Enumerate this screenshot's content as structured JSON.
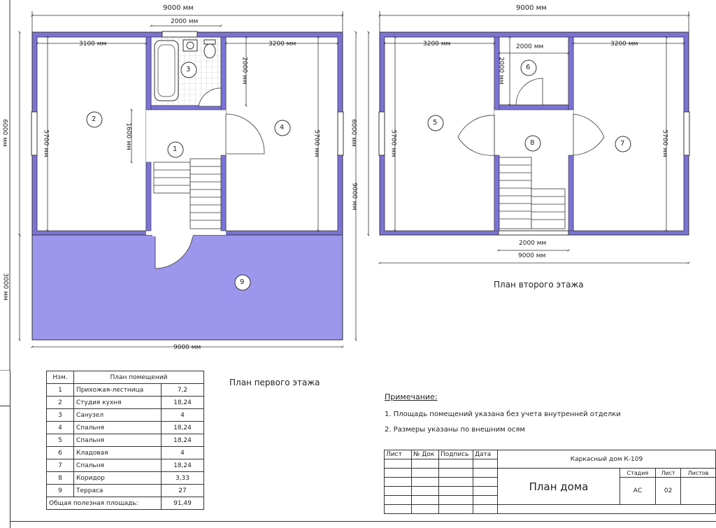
{
  "floor1": {
    "caption": "План первого этажа",
    "overall_top": "9000 мм",
    "overall_bottom": "9000 мм",
    "dim_bath": "2000 мм",
    "dim_room2_w": "3100 мм",
    "dim_room4_w": "3200 мм",
    "dim_height_left": "6000 мм",
    "dim_room2_h": "5700 мм",
    "dim_room4_h": "5700 мм",
    "dim_corridor": "1600 мм",
    "dim_bath_h": "2000 мм",
    "dim_terrace": "3000 мм",
    "dim_right": "9000 мм",
    "room_numbers": [
      "1",
      "2",
      "3",
      "4",
      "9"
    ]
  },
  "floor2": {
    "caption": "План второго этажа",
    "overall_top": "9000 мм",
    "overall_bottom": "9000 мм",
    "dim_room5_w": "3200 мм",
    "dim_room6_w": "2000 мм",
    "dim_room7_w": "3200 мм",
    "dim_room6_h": "2000 мм",
    "dim_height_left": "6000 мм",
    "dim_room5_h": "5700 мм",
    "dim_room7_h": "5700 мм",
    "dim_stair": "2000 мм",
    "room_numbers": [
      "5",
      "6",
      "7",
      "8"
    ]
  },
  "rooms_table": {
    "col_num": "Нзм.",
    "col_title": "План помещений",
    "rows": [
      {
        "num": "1",
        "name": "Прихожая-лестница",
        "area": "7,2"
      },
      {
        "num": "2",
        "name": "Студия кухня",
        "area": "18,24"
      },
      {
        "num": "3",
        "name": "Санузел",
        "area": "4"
      },
      {
        "num": "4",
        "name": "Спальня",
        "area": "18,24"
      },
      {
        "num": "5",
        "name": "Спальня",
        "area": "18,24"
      },
      {
        "num": "6",
        "name": "Кладовая",
        "area": "4"
      },
      {
        "num": "7",
        "name": "Спальня",
        "area": "18,24"
      },
      {
        "num": "8",
        "name": "Коридор",
        "area": "3,33"
      },
      {
        "num": "9",
        "name": "Терраса",
        "area": "27"
      }
    ],
    "total_label": "Общая полезная площадь:",
    "total_value": "91,49"
  },
  "notes": {
    "heading": "Примечание:",
    "items": [
      "1. Площадь помещений указана без учета внутренней отделки",
      "2. Размеры указаны по внешним осям"
    ]
  },
  "stamp": {
    "headers": [
      "Лист",
      "№ Док",
      "Подпись",
      "Дата"
    ],
    "project": "Каркасный дом К-109",
    "title": "План дома",
    "stage_label": "Стадия",
    "sheet_label": "Лист",
    "sheets_label": "Листов",
    "stage_value": "АС",
    "sheet_value": "02"
  },
  "colors": {
    "wall": "#7b73d6",
    "terrace": "#9c96ec",
    "line": "#333333"
  }
}
